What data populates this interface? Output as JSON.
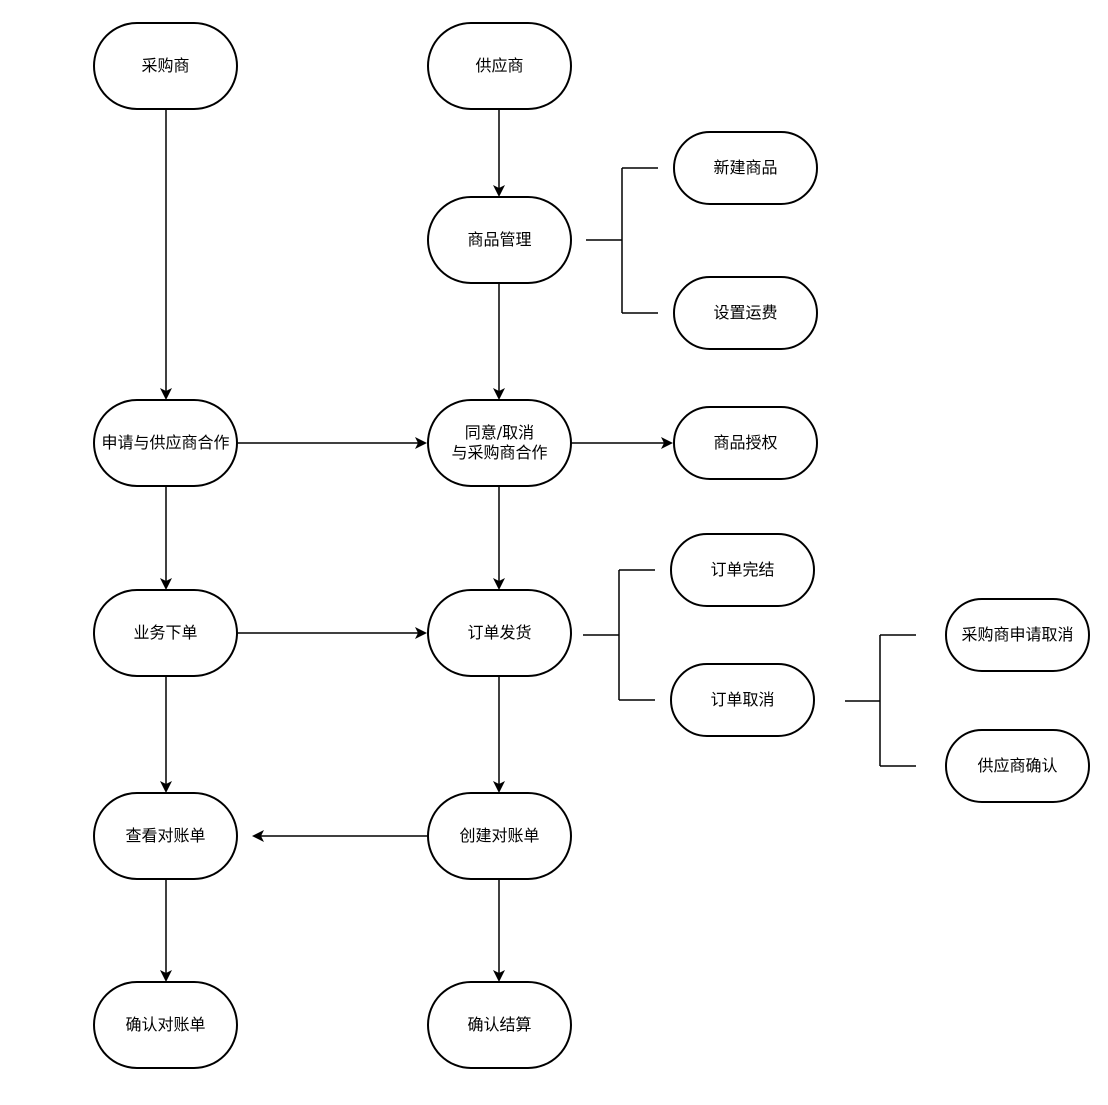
{
  "diagram": {
    "nodes": {
      "buyer": "采购商",
      "supplier": "供应商",
      "product_mgmt": "商品管理",
      "new_product": "新建商品",
      "set_shipping": "设置运费",
      "apply_coop": "申请与供应商合作",
      "agree_cancel": "同意/取消\n与采购商合作",
      "product_auth": "商品授权",
      "order_complete": "订单完结",
      "place_order": "业务下单",
      "ship_order": "订单发货",
      "buyer_cancel_request": "采购商申请取消",
      "order_cancel": "订单取消",
      "supplier_confirm": "供应商确认",
      "view_statement": "查看对账单",
      "create_statement": "创建对账单",
      "confirm_statement": "确认对账单",
      "confirm_settlement": "确认结算"
    }
  }
}
